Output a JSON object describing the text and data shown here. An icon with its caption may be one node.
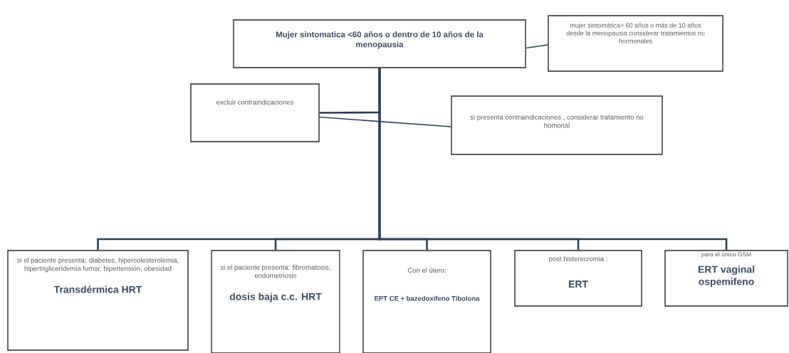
{
  "diagram": {
    "nodes": [
      {
        "text": [
          "Mujer sintomatica <60 años  o dentro de 10 años de la menopausia"
        ]
      },
      {
        "text": [
          "mujer sintomática> 60 años o más de 10 años desde la menopausia considerar tratamientos no hormonales"
        ]
      },
      {
        "text": [
          "excluir contraindicaciones"
        ]
      },
      {
        "text": [
          "si presenta contraindicaciones , considerar tratamiento no homonal"
        ]
      },
      {
        "text": [
          "si el paciente presenta: diabetes, hipercolesterolemia, hipertrigliceridemia fumar, hipertensión, obesidad",
          "Transdérmica HRT"
        ]
      },
      {
        "text": [
          "si el paciente presenta: fibromatosis, endometriosis",
          "dosis baja c.c. HRT"
        ]
      },
      {
        "text": [
          "Con el útero:",
          "EPT CE + bazedoxifeno Tibolona"
        ]
      },
      {
        "text": [
          "post histerecromia :",
          "ERT"
        ]
      },
      {
        "text": [
          "para el único GSM",
          "ERT vaginal ospemifeno"
        ]
      }
    ],
    "edges": [
      {
        "from": 0,
        "to": 1,
        "arrow": "none"
      },
      {
        "from": 0,
        "to": 2,
        "arrow": "none"
      },
      {
        "from": 2,
        "to": 3,
        "arrow": "none"
      },
      {
        "from": 0,
        "to": 4,
        "arrow": "none"
      },
      {
        "from": 0,
        "to": 5,
        "arrow": "none"
      },
      {
        "from": 0,
        "to": 6,
        "arrow": "none"
      },
      {
        "from": 0,
        "to": 7,
        "arrow": "none"
      },
      {
        "from": 0,
        "to": 8,
        "arrow": "none"
      }
    ]
  }
}
